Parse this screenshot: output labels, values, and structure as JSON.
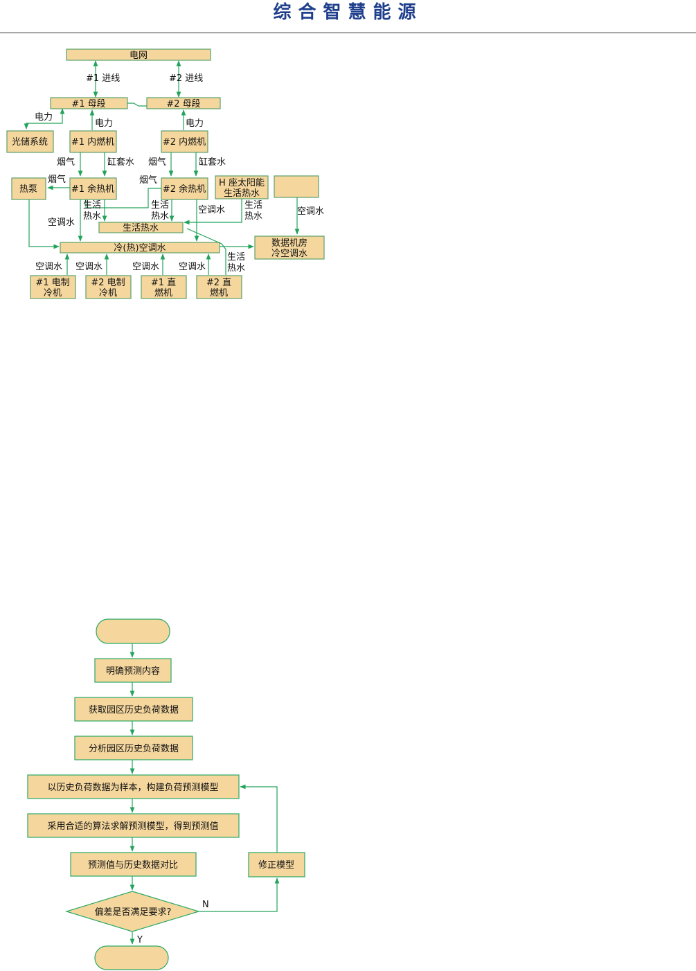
{
  "header": {
    "title": "综合智慧能源"
  },
  "energy": {
    "grid": "电网",
    "in1": "#1 进线",
    "in2": "#2 进线",
    "bus1": "#1 母段",
    "bus2": "#2 母段",
    "power": "电力",
    "pv": "光储系统",
    "ice1": "#1 内燃机",
    "ice2": "#2 内燃机",
    "flue": "烟气",
    "jacket": "缸套水",
    "hp": "热泵",
    "whb1": "#1 余热机",
    "whb2": "#2 余热机",
    "solar_l1": "H 座太阳能",
    "solar_l2": "生活热水",
    "dhw_l1": "生活",
    "dhw_l2": "热水",
    "ac": "空调水",
    "dhw_bus": "生活热水",
    "ac_bus": "冷(热)空调水",
    "dc_l1": "数据机房",
    "dc_l2": "冷空调水",
    "ch1_l1": "#1 电制",
    "ch1_l2": "冷机",
    "ch2_l1": "#2 电制",
    "ch2_l2": "冷机",
    "df1_l1": "#1 直",
    "df1_l2": "燃机",
    "df2_l1": "#2 直",
    "df2_l2": "燃机"
  },
  "flow": {
    "start": "",
    "s1": "明确预测内容",
    "s2": "获取园区历史负荷数据",
    "s3": "分析园区历史负荷数据",
    "s4": "以历史负荷数据为样本，构建负荷预测模型",
    "s5": "采用合适的算法求解预测模型，得到预测值",
    "s6": "预测值与历史数据对比",
    "decision": "偏差是否满足要求?",
    "fix": "修正模型",
    "no": "N",
    "yes": "Y",
    "end": ""
  }
}
